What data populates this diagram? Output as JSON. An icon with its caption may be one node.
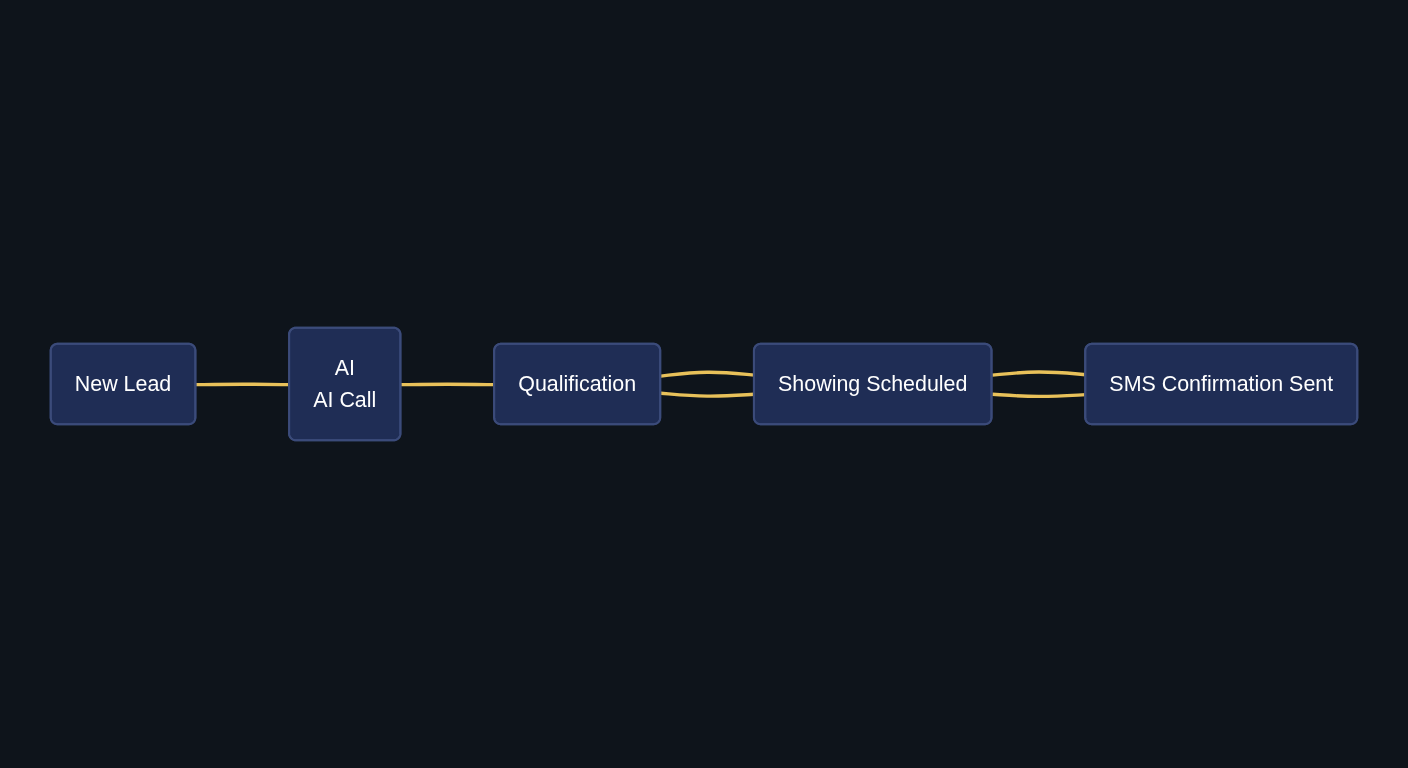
{
  "diagram": {
    "nodes": [
      {
        "text": [
          "New Lead"
        ]
      },
      {
        "text": [
          "AI",
          "AI Call"
        ]
      },
      {
        "text": [
          "Qualification"
        ]
      },
      {
        "text": [
          "Showing Scheduled"
        ]
      },
      {
        "text": [
          "SMS Confirmation Sent"
        ]
      }
    ],
    "edges": [
      {
        "from": 0,
        "to": 1,
        "arrow": "none"
      },
      {
        "from": 1,
        "to": 2,
        "arrow": "none"
      },
      {
        "from": 2,
        "to": 3,
        "arrow": "none"
      },
      {
        "from": 3,
        "to": 4,
        "arrow": "none"
      },
      {
        "from": 2,
        "to": 3,
        "arrow": "none"
      },
      {
        "from": 3,
        "to": 4,
        "arrow": "none"
      }
    ]
  }
}
